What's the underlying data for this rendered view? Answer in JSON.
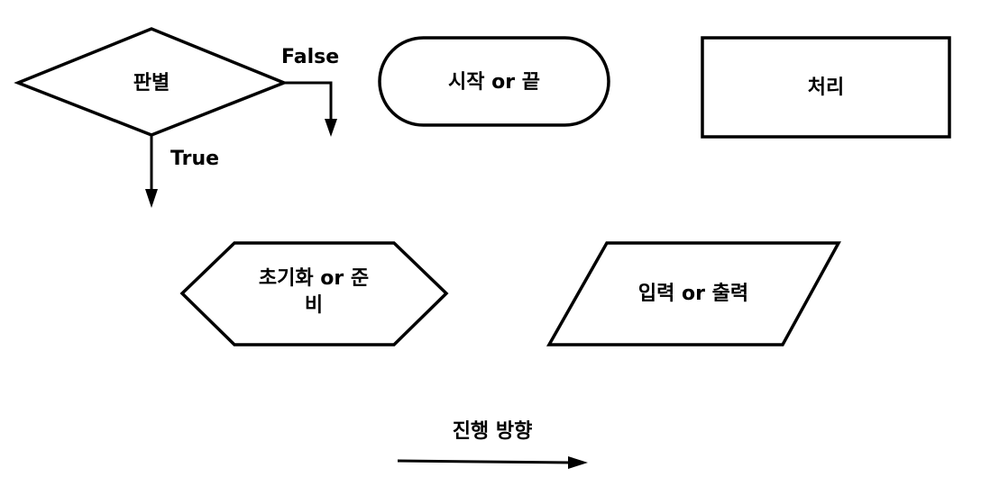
{
  "diagram": {
    "decision": {
      "label": "판별",
      "false_label": "False",
      "true_label": "True"
    },
    "terminal": {
      "label": "시작 or 끝"
    },
    "process": {
      "label": "처리"
    },
    "preparation": {
      "label_line1": "초기화 or 준",
      "label_line2": "비"
    },
    "io": {
      "label": "입력 or 출력"
    },
    "flow": {
      "label": "진행 방향"
    }
  }
}
